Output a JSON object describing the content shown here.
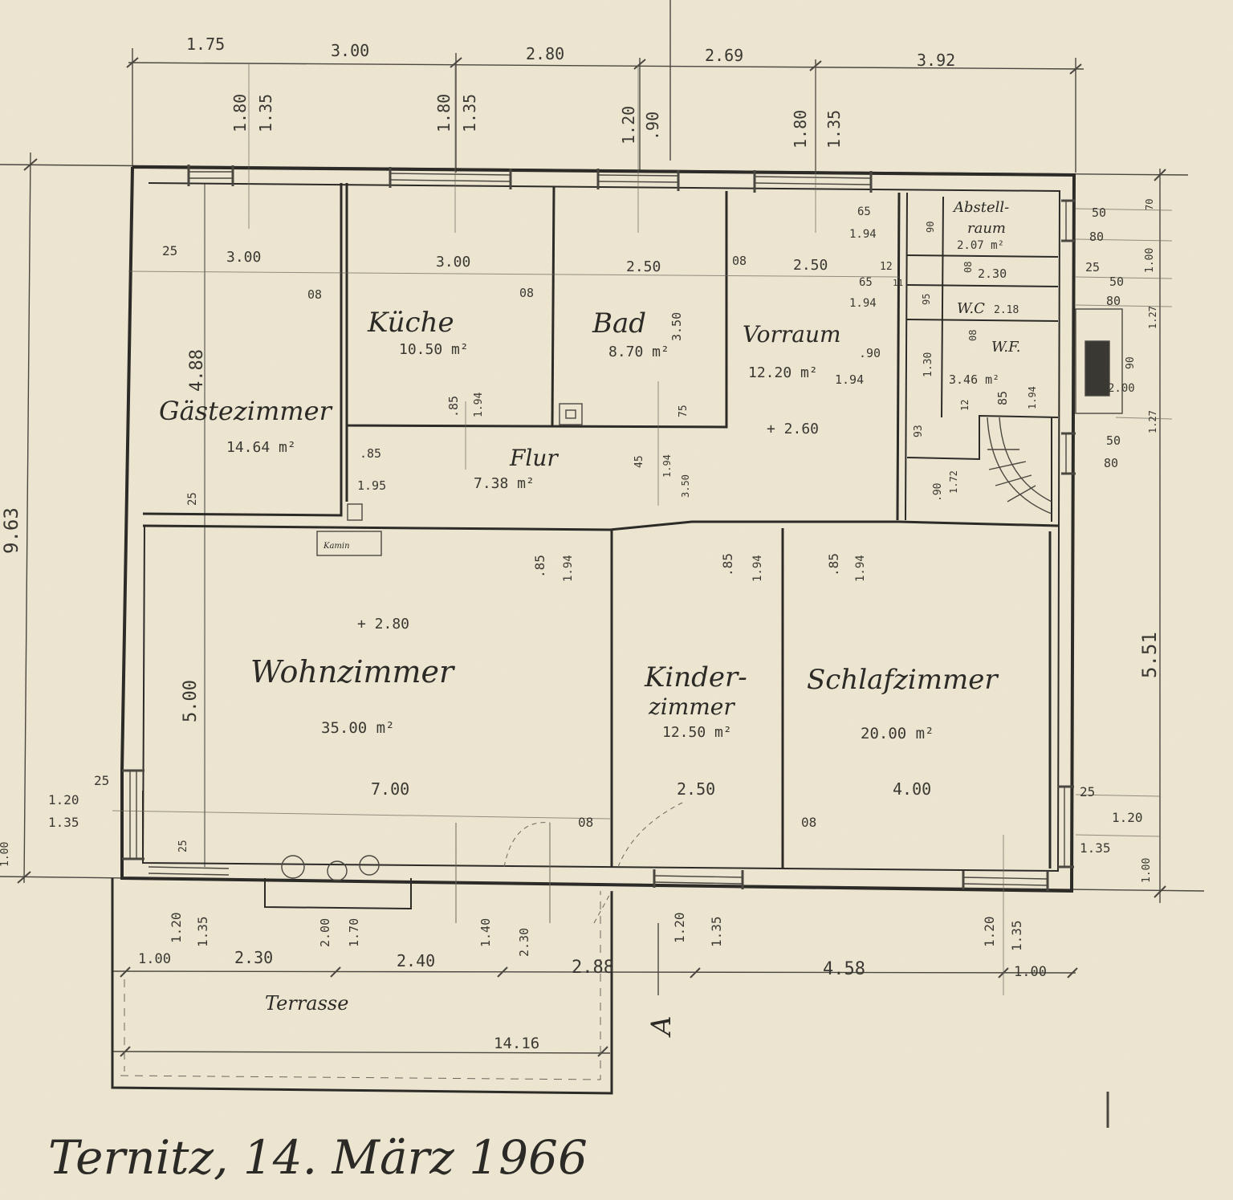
{
  "rooms": {
    "gaestezimmer": {
      "name": "Gästezimmer",
      "area": "14.64 m²"
    },
    "kueche": {
      "name": "Küche",
      "area": "10.50 m²"
    },
    "bad": {
      "name": "Bad",
      "area": "8.70 m²"
    },
    "vorraum": {
      "name": "Vorraum",
      "area": "12.20 m²"
    },
    "abstellraum": {
      "name_line1": "Abstell-",
      "name_line2": "raum",
      "area": "2.07 m²"
    },
    "wc": {
      "name": "W.C",
      "value": "2.18"
    },
    "wf": {
      "name": "W.F.",
      "area": "3.46 m²"
    },
    "flur": {
      "name": "Flur",
      "area": "7.38 m²"
    },
    "kamin": {
      "name": "Kamin"
    },
    "wohnzimmer": {
      "name": "Wohnzimmer",
      "area": "35.00 m²"
    },
    "kinderzimmer": {
      "name_line1": "Kinder-",
      "name_line2": "zimmer",
      "area": "12.50 m²"
    },
    "schlafzimmer": {
      "name": "Schlafzimmer",
      "area": "20.00 m²"
    },
    "terrasse": {
      "name": "Terrasse"
    }
  },
  "levels": {
    "wohnzimmer": "+ 2.80",
    "vorraum": "+ 2.60"
  },
  "section_mark": "A",
  "top_dims": [
    "1.75",
    "3.00",
    "2.80",
    "2.69",
    "3.92"
  ],
  "top_window_dims": [
    {
      "a": "1.80",
      "b": "1.35"
    },
    {
      "a": "1.80",
      "b": "1.35"
    },
    {
      "a": "1.20",
      "b": ".90"
    },
    {
      "a": "1.80",
      "b": "1.35"
    }
  ],
  "inner_widths_top": [
    "3.00",
    "3.00",
    "2.50",
    "2.50"
  ],
  "inner_misc": {
    "g_wall": "25",
    "k_wall": "08",
    "b_wall": "08",
    "v_wall": "08",
    "k_h": ".85",
    "k_h2": "1.94",
    "bad_h": "3.50",
    "bad_d": "75",
    "bad_d2": "1.94",
    "flur_d1": ".85",
    "flur_d2": "1.95",
    "bad_h2": "45",
    "bad_h3": "1.94",
    "bad_h4": "3.50",
    "gz_depth": "4.88",
    "gz_wall": "25",
    "vr_d1": ".90",
    "vr_d2": "1.94",
    "st_65a": "65",
    "st_194a": "1.94",
    "st_12a": "12",
    "st_65b": "65",
    "st_11": "11",
    "st_194b": "1.94",
    "st_95": "95",
    "st_230": "2.30",
    "st_90top": "90",
    "st_08": "08",
    "wf_130": "1.30",
    "wf_08": "08",
    "wf_85": "85",
    "wf_194": "1.94",
    "wf_12": "12",
    "wf_93": "93",
    "wf_90": ".90",
    "wf_172": "1.72",
    "r_50": "50",
    "r_80": "80",
    "r_25": "25",
    "r_50b": "50",
    "r_80b": "80",
    "r_90": "90",
    "r_200": "2.00",
    "r_50c": "50",
    "r_80c": "80",
    "r_100": "1.00",
    "r_70": "70",
    "r_127a": "1.27",
    "r_127b": "1.27"
  },
  "door_dims_mid": [
    {
      "a": ".85",
      "b": "1.94"
    },
    {
      "a": ".85",
      "b": "1.94"
    },
    {
      "a": ".85",
      "b": "1.94"
    }
  ],
  "lower_dims": {
    "wz_height": "5.00",
    "wz_width": "7.00",
    "kz_width": "2.50",
    "sz_width": "4.00",
    "wall_08a": "08",
    "wall_08b": "08",
    "right_height": "5.51",
    "left_total": "9.63",
    "l_25": "25",
    "l_120": "1.20",
    "l_135": "1.35",
    "l_25b": "25",
    "r_25": "25",
    "r_120": "1.20",
    "r_135": "1.35",
    "r_100": "1.00",
    "l_100": "1.00"
  },
  "bottom_window_dims": [
    {
      "a": "1.20",
      "b": "1.35"
    },
    {
      "a": "2.00",
      "b": "1.70"
    },
    {
      "a": "1.40",
      "b": "2.30"
    },
    {
      "a": "1.20",
      "b": "1.35"
    },
    {
      "a": "1.20",
      "b": "1.35"
    }
  ],
  "bottom_dims": [
    "1.00",
    "2.30",
    "2.40",
    "2.88",
    "4.58",
    "1.00"
  ],
  "terrace_width": "14.16",
  "footer": "Ternitz, 14. März 1966"
}
